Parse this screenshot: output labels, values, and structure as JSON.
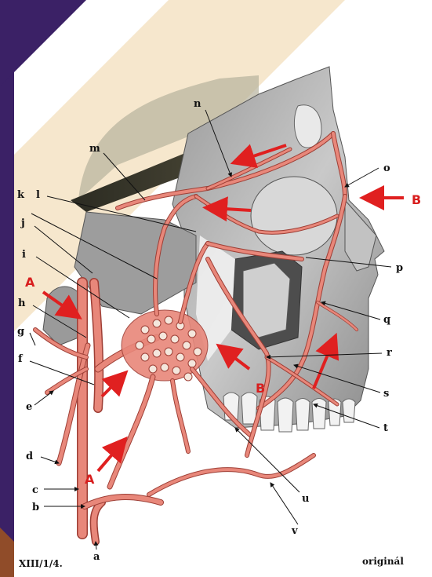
{
  "labels": {
    "a": "a",
    "b": "b",
    "c": "c",
    "d": "d",
    "e": "e",
    "f": "f",
    "g": "g",
    "h": "h",
    "i": "i",
    "j": "j",
    "k": "k",
    "l": "l",
    "m": "m",
    "n": "n",
    "o": "o",
    "p": "p",
    "q": "q",
    "r": "r",
    "s": "s",
    "t": "t",
    "u": "u",
    "v": "v"
  },
  "flow_labels": {
    "A_top": "A",
    "A_bottom": "A",
    "B_right": "B",
    "B_center": "B"
  },
  "footer": {
    "plate_id": "XIII/1/4.",
    "source": "originál"
  },
  "colors": {
    "left_band": "#3b2166",
    "diagonal_band": "#f6e7cd",
    "vessel": "#e8877a",
    "arrow": "#e02020"
  }
}
